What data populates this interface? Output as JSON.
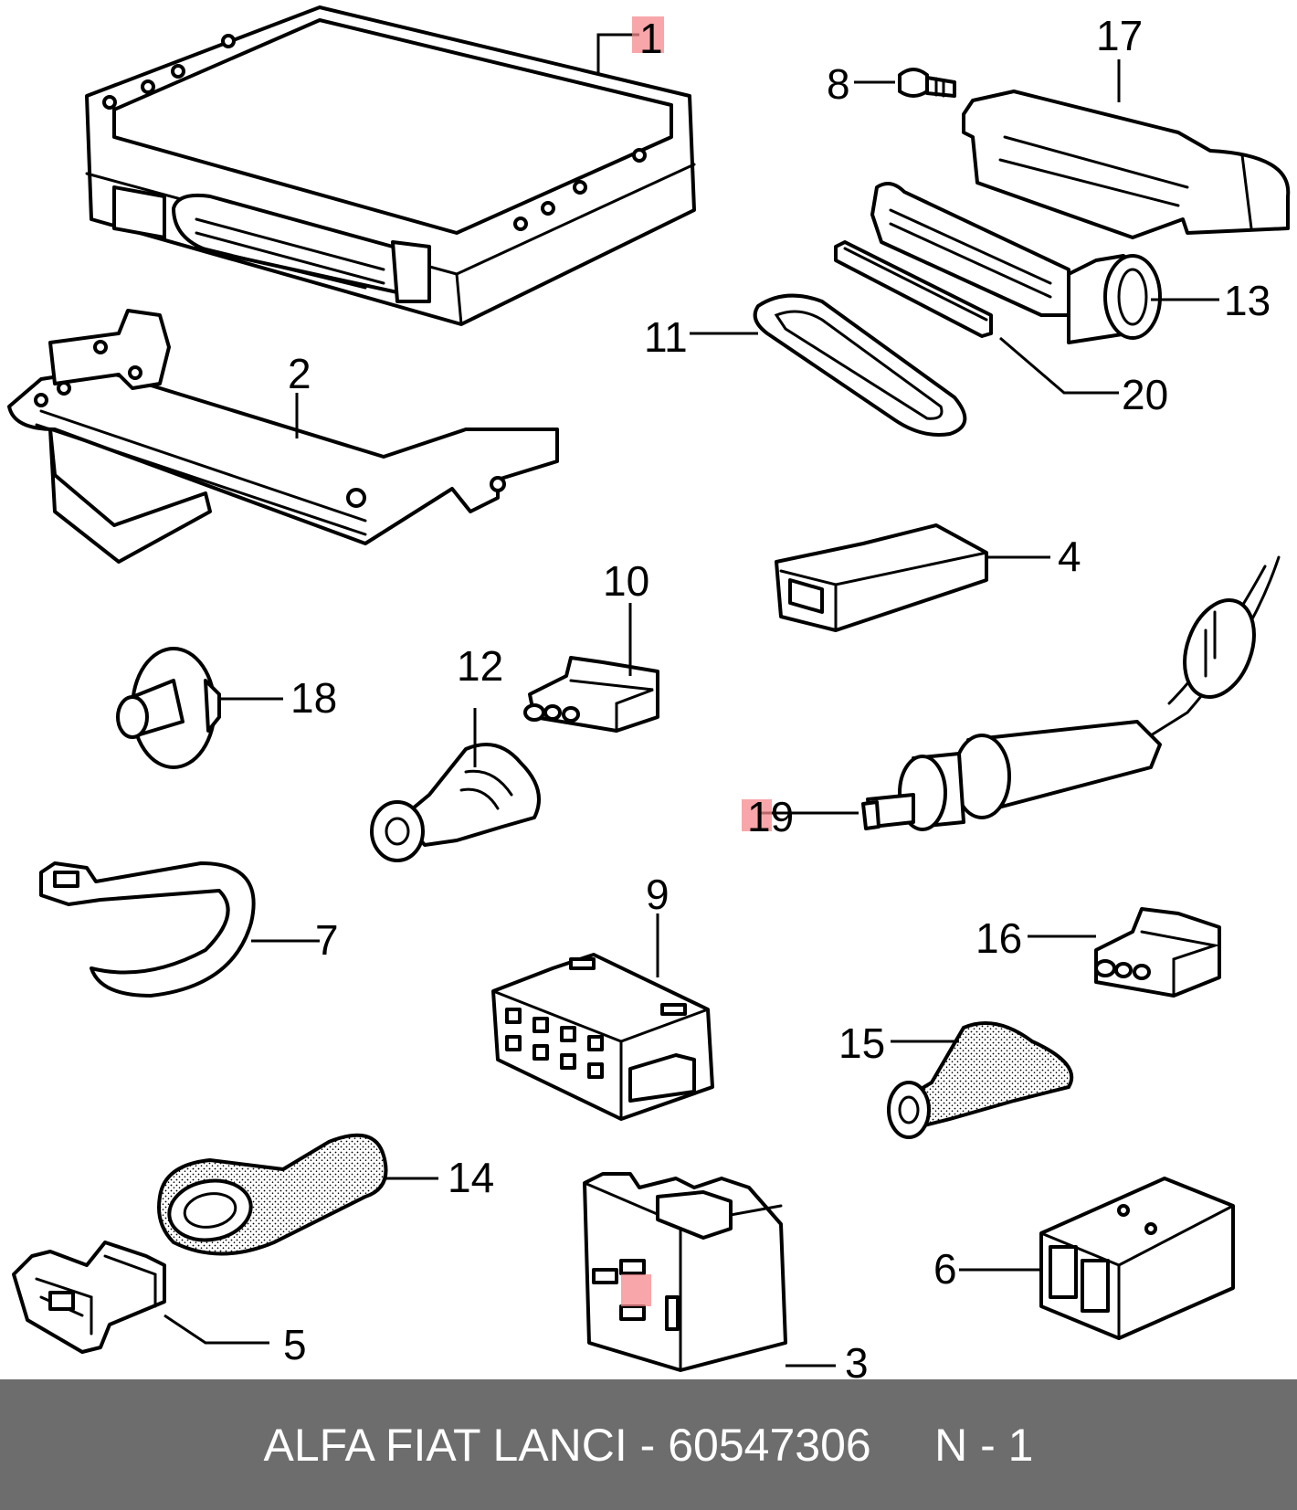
{
  "diagram": {
    "callouts": {
      "c1": "1",
      "c2": "2",
      "c3": "3",
      "c4": "4",
      "c5": "5",
      "c6": "6",
      "c7": "7",
      "c8": "8",
      "c9": "9",
      "c10": "10",
      "c11": "11",
      "c12": "12",
      "c13": "13",
      "c14": "14",
      "c15": "15",
      "c16": "16",
      "c17": "17",
      "c18": "18",
      "c19": "19",
      "c20": "20"
    },
    "highlight_color": "#f5888c",
    "line_color": "#000000"
  },
  "footer": {
    "text": "ALFA FIAT LANCI - 60547306     N - 1",
    "background": "#6d6d6d"
  }
}
